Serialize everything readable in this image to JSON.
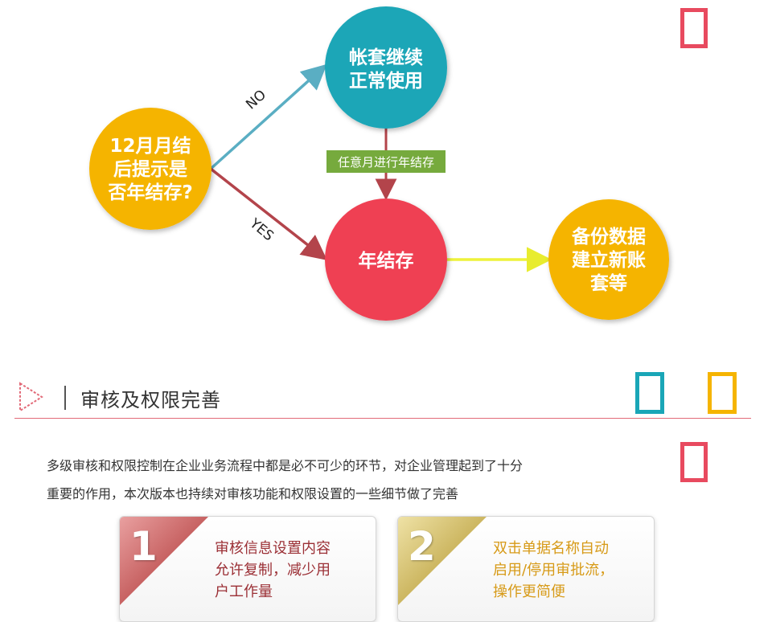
{
  "diagram": {
    "nodes": [
      {
        "id": "question",
        "lines": [
          "12月月结",
          "后提示是",
          "否年结存?"
        ],
        "color": "#f5b400"
      },
      {
        "id": "continue",
        "lines": [
          "帐套继续",
          "正常使用"
        ],
        "color": "#1aa6b7"
      },
      {
        "id": "yearend",
        "lines": [
          "年结存"
        ],
        "color": "#ef4052"
      },
      {
        "id": "backup",
        "lines": [
          "备份数据",
          "建立新账",
          "套等"
        ],
        "color": "#f5b400"
      }
    ],
    "edges": [
      {
        "from": "question",
        "to": "continue",
        "label": "NO",
        "color": "#5aaec3"
      },
      {
        "from": "question",
        "to": "yearend",
        "label": "YES",
        "color": "#b3444b"
      },
      {
        "from": "continue",
        "to": "yearend",
        "label": "任意月进行年结存",
        "color": "#b3444b",
        "label_bg": "#76aa3d"
      },
      {
        "from": "yearend",
        "to": "backup",
        "label": "",
        "color": "#eef23a"
      }
    ]
  },
  "section": {
    "title": "审核及权限完善",
    "intro_line1": "多级审核和权限控制在企业业务流程中都是必不可少的环节，对企业管理起到了十分",
    "intro_line2": "重要的作用，本次版本也持续对审核功能和权限设置的一些细节做了完善"
  },
  "cards": [
    {
      "number": "1",
      "lines": [
        "审核信息设置内容",
        "允许复制，减少用",
        "户工作量"
      ],
      "accent": "#c76a6a"
    },
    {
      "number": "2",
      "lines": [
        "双击单据名称自动",
        "启用/停用审批流，",
        "操作更简便"
      ],
      "accent": "#c9b25a"
    }
  ],
  "colors": {
    "red": "#e84a5f",
    "teal": "#1aa6b7",
    "gold": "#f5b400"
  }
}
